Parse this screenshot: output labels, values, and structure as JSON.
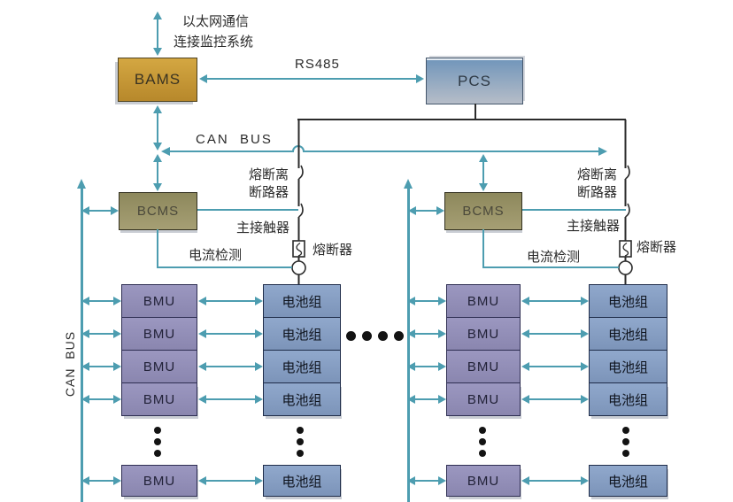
{
  "diagram": {
    "top_note_line1": "以太网通信",
    "top_note_line2": "连接监控系统",
    "rs485_label": "RS485",
    "can_bus_label": "CAN  BUS",
    "can_bus_vertical_label": "CAN  BUS",
    "fuse_disconnect_line1": "熔断离",
    "fuse_disconnect_line2": "断路器",
    "main_contactor_label": "主接触器",
    "current_detection_label": "电流检测",
    "fuse_label": "熔断器",
    "nodes": {
      "bams": "BAMS",
      "pcs": "PCS",
      "bcms": "BCMS",
      "bmu": "BMU",
      "battery_pack": "电池组"
    },
    "colors": {
      "line_teal": "#4d9db0",
      "line_black": "#2b2b2b",
      "bams_fill": "#c79b35",
      "pcs_fill": "#7396bb",
      "bcms_fill": "#978f64",
      "bmu_fill": "#938fb8",
      "battery_fill": "#87a0c4"
    }
  }
}
